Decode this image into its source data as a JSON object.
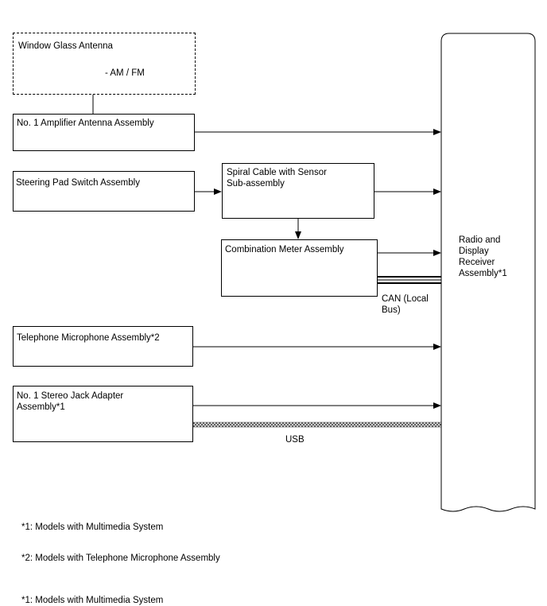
{
  "diagram": {
    "window_antenna": {
      "title": "Window Glass Antenna",
      "band_label": "- AM / FM"
    },
    "amplifier_antenna": "No. 1 Amplifier Antenna Assembly",
    "steering_pad": "Steering Pad Switch Assembly",
    "spiral_cable": "Spiral Cable with Sensor\nSub-assembly",
    "combination_meter": "Combination Meter Assembly",
    "telephone_mic": "Telephone Microphone Assembly*2",
    "stereo_jack": "No. 1 Stereo Jack Adapter\nAssembly*1",
    "receiver": "Radio and\nDisplay\nReceiver\nAssembly*1",
    "can_label": "CAN (Local\nBus)",
    "usb_label": "USB"
  },
  "footnotes": {
    "note1": "*1: Models with Multimedia System",
    "note2": "*2: Models with Telephone Microphone Assembly",
    "note3_partial": "*1: Models with Multimedia System"
  }
}
